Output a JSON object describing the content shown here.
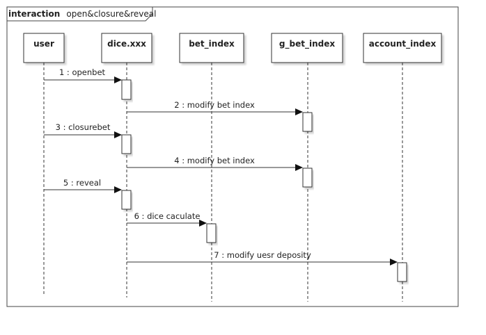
{
  "frame": {
    "keyword": "interaction",
    "name": "open&closure&reveal"
  },
  "lifelines": [
    {
      "id": "user",
      "label": "user"
    },
    {
      "id": "dice",
      "label": "dice.xxx"
    },
    {
      "id": "bet",
      "label": "bet_index"
    },
    {
      "id": "gbet",
      "label": "g_bet_index"
    },
    {
      "id": "account",
      "label": "account_index"
    }
  ],
  "messages": [
    {
      "label": "1 : openbet",
      "from": "user",
      "to": "dice"
    },
    {
      "label": "2 : modify bet index",
      "from": "dice",
      "to": "gbet"
    },
    {
      "label": "3 : closurebet",
      "from": "user",
      "to": "dice"
    },
    {
      "label": "4 : modify bet index",
      "from": "dice",
      "to": "gbet"
    },
    {
      "label": "5 : reveal",
      "from": "user",
      "to": "dice"
    },
    {
      "label": "6 : dice caculate",
      "from": "dice",
      "to": "bet"
    },
    {
      "label": "7 : modify uesr deposity",
      "from": "dice",
      "to": "account"
    }
  ]
}
